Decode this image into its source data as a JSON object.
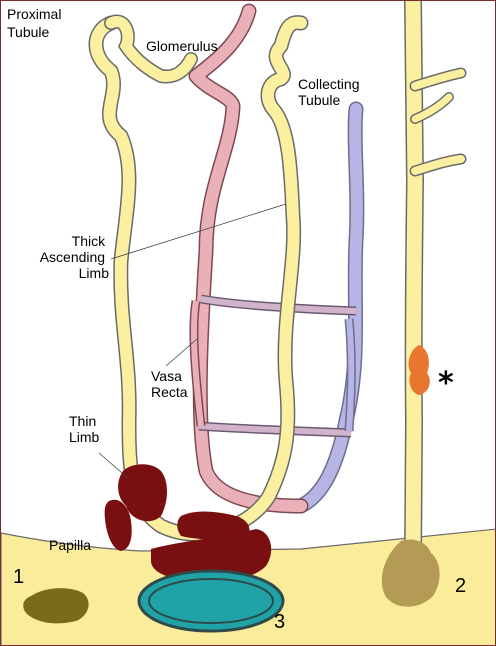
{
  "labels": {
    "proximal_tubule": [
      "Proximal",
      "Tubule"
    ],
    "glomerulus": "Glomerulus",
    "collecting_tubule": [
      "Collecting",
      "Tubule"
    ],
    "thick_ascending_limb": [
      "Thick",
      "Ascending",
      "Limb"
    ],
    "vasa_recta": [
      "Vasa",
      "Recta"
    ],
    "thin_limb": [
      "Thin",
      "Limb"
    ],
    "papilla": "Papilla",
    "marker_1": "1",
    "marker_2": "2",
    "marker_3": "3",
    "asterisk": "*"
  },
  "colors": {
    "tubule_fill": "#fbf0a0",
    "tubule_outline": "#6a6a6a",
    "tissue": "#fbec9c",
    "vasa_recta_red": "#eab0b8",
    "vasa_recta_blue": "#b7b4e6",
    "papillary_necrosis": "#7a0f12",
    "calcification": "#1fa3a6",
    "lesion_1": "#7a6a1c",
    "lesion_2": "#b39a55",
    "orange_focus": "#e8762e"
  }
}
